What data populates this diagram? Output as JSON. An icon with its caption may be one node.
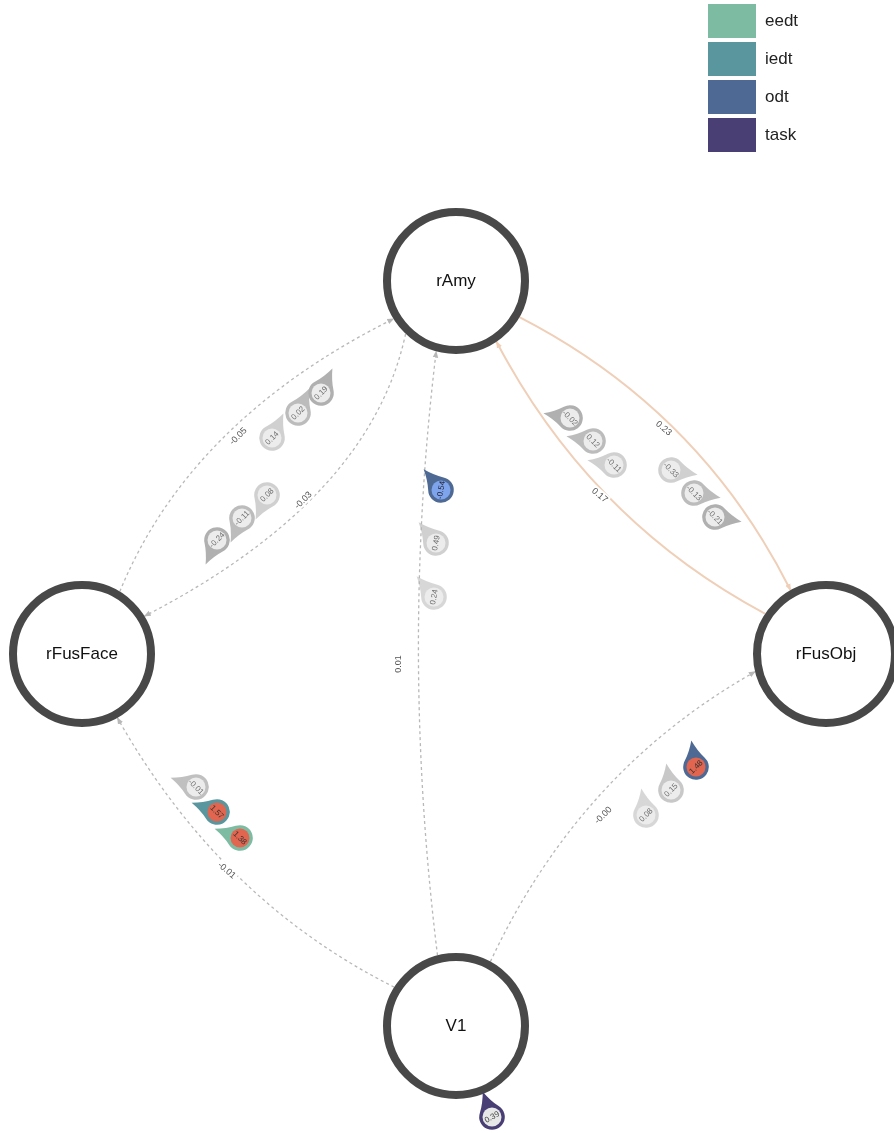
{
  "diagram": {
    "nodes": [
      {
        "text": [
          "rAmy"
        ]
      },
      {
        "text": [
          "rFusFace"
        ]
      },
      {
        "text": [
          "rFusObj"
        ]
      },
      {
        "text": [
          "V1"
        ]
      },
      {
        "text": [
          "0.19"
        ]
      },
      {
        "text": [
          "0.02"
        ]
      },
      {
        "text": [
          "0.14"
        ]
      },
      {
        "text": [
          "0.08"
        ]
      },
      {
        "text": [
          "-0.11"
        ]
      },
      {
        "text": [
          "-0.24"
        ]
      },
      {
        "text": [
          "-0.54"
        ]
      },
      {
        "text": [
          "0.49"
        ]
      },
      {
        "text": [
          "0.24"
        ]
      },
      {
        "text": [
          "-0.02"
        ]
      },
      {
        "text": [
          "0.12"
        ]
      },
      {
        "text": [
          "-0.11"
        ]
      },
      {
        "text": [
          "-0.33"
        ]
      },
      {
        "text": [
          "-0.13"
        ]
      },
      {
        "text": [
          "-0.21"
        ]
      },
      {
        "text": [
          "-0.01"
        ]
      },
      {
        "text": [
          "1.57"
        ]
      },
      {
        "text": [
          "1.38"
        ]
      },
      {
        "text": [
          "0.08"
        ]
      },
      {
        "text": [
          "0.15"
        ]
      },
      {
        "text": [
          "1.48"
        ]
      },
      {
        "text": [
          "0.39"
        ]
      }
    ],
    "edges": [
      {
        "from": 1,
        "to": 0,
        "arrow": "to",
        "label": "-0.05",
        "style": "dashed"
      },
      {
        "from": 0,
        "to": 1,
        "arrow": "to",
        "label": "-0.03",
        "style": "dashed"
      },
      {
        "from": 3,
        "to": 0,
        "arrow": "to",
        "label": "0.01",
        "style": "dashed"
      },
      {
        "from": 0,
        "to": 2,
        "arrow": "to",
        "label": "0.23",
        "color": "#efcfb8"
      },
      {
        "from": 2,
        "to": 0,
        "arrow": "to",
        "label": "0.17",
        "color": "#efcfb8"
      },
      {
        "from": 3,
        "to": 1,
        "arrow": "to",
        "label": "-0.01",
        "style": "dashed"
      },
      {
        "from": 3,
        "to": 2,
        "arrow": "to",
        "label": "-0.00",
        "style": "dashed"
      }
    ],
    "legend": [
      {
        "text": "eedt",
        "color": "#7dbba2"
      },
      {
        "text": "iedt",
        "color": "#5a969e"
      },
      {
        "text": "odt",
        "color": "#4e6a94"
      },
      {
        "text": "task",
        "color": "#4a3f74"
      }
    ]
  }
}
